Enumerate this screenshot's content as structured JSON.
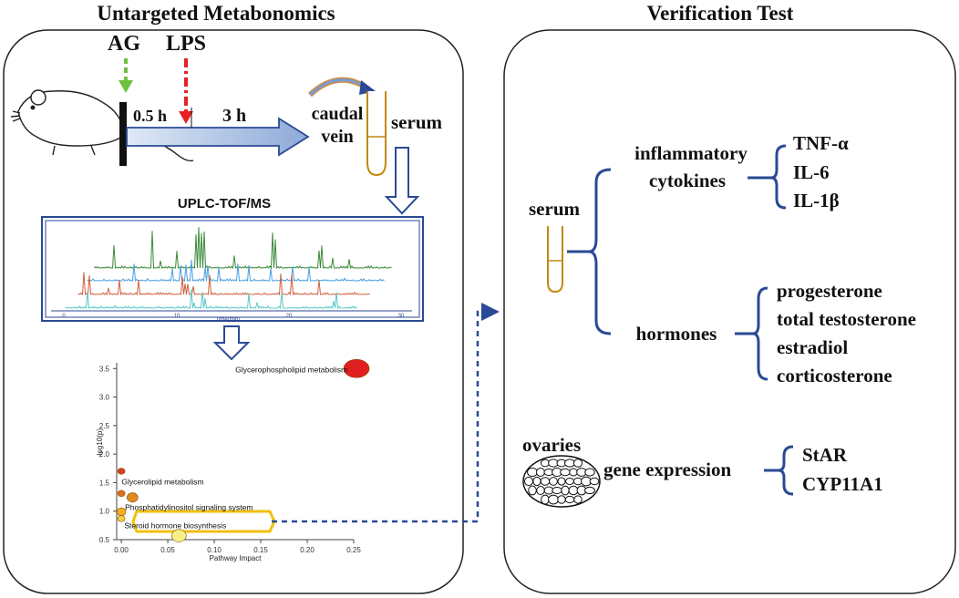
{
  "left_panel": {
    "title": "Untargeted Metabonomics",
    "treatment": {
      "drug": "AG",
      "challenge": "LPS",
      "interval1": "0.5 h",
      "interval2": "3 h"
    },
    "collection": {
      "route": [
        "caudal",
        "vein"
      ],
      "sample": "serum"
    },
    "instrument": {
      "label": "UPLC-TOF/MS",
      "xlabel": "Time(min)",
      "xticks": [
        "0",
        "10",
        "20",
        "30"
      ],
      "trace_colors": [
        "#3a8a3a",
        "#4aa0e0",
        "#d06040",
        "#5cc8c8"
      ]
    },
    "pathway_plot": {
      "xlabel": "Pathway Impact",
      "ylabel": "-log10(p)",
      "xticks": [
        "0.00",
        "0.05",
        "0.10",
        "0.15",
        "0.20",
        "0.25"
      ],
      "yticks": [
        "0.5",
        "1.0",
        "1.5",
        "2.0",
        "2.5",
        "3.0",
        "3.5"
      ],
      "highlight": "Steroid hormone biosynthesis"
    }
  },
  "chart_data": {
    "type": "scatter",
    "xlabel": "Pathway Impact",
    "ylabel": "-log10(p)",
    "xlim": [
      -0.005,
      0.25
    ],
    "ylim": [
      0.5,
      3.6
    ],
    "points": [
      {
        "label": "Glycerophospholipid metabolism",
        "x": 0.253,
        "y": 3.5,
        "color": "#e02020"
      },
      {
        "label": "",
        "x": 0.0,
        "y": 1.7,
        "color": "#d84020"
      },
      {
        "label": "Glycerolipid metabolism",
        "x": 0.012,
        "y": 1.24,
        "color": "#e08a20"
      },
      {
        "label": "",
        "x": 0.0,
        "y": 1.31,
        "color": "#e07020"
      },
      {
        "label": "Phosphatidylinositol signaling system",
        "x": 0.0,
        "y": 0.99,
        "color": "#f0b020"
      },
      {
        "label": "",
        "x": 0.0,
        "y": 0.87,
        "color": "#f4d040"
      },
      {
        "label": "Steroid hormone biosynthesis",
        "x": 0.062,
        "y": 0.57,
        "color": "#f6f08a"
      }
    ]
  },
  "right_panel": {
    "title": "Verification Test",
    "serum": "serum",
    "inflammatory": {
      "label": [
        "inflammatory",
        "cytokines"
      ],
      "items": [
        "TNF-α",
        "IL-6",
        "IL-1β"
      ]
    },
    "hormones": {
      "label": "hormones",
      "items": [
        "progesterone",
        "total testosterone",
        "estradiol",
        "corticosterone"
      ]
    },
    "ovaries": {
      "label": "ovaries",
      "gene_label": "gene expression",
      "items": [
        "StAR",
        "CYP11A1"
      ]
    }
  },
  "colors": {
    "blue": "#2a4a94",
    "arrow_fill": "#a8bde0",
    "red": "#e82020",
    "green": "#70c040",
    "tube": "#c08a10",
    "highlight": "#f0c010"
  }
}
